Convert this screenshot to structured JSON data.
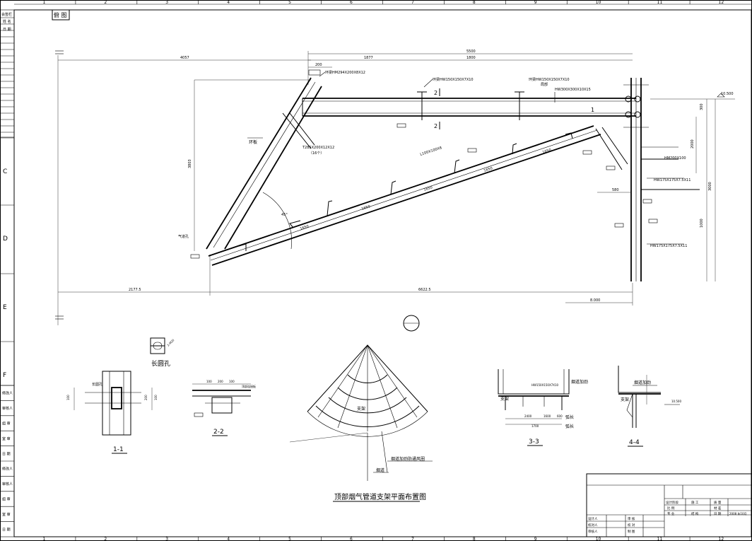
{
  "sheet": {
    "col_numbers": [
      "1",
      "2",
      "3",
      "4",
      "5",
      "6",
      "7",
      "8",
      "9",
      "10",
      "11",
      "12"
    ],
    "row_letters": [
      "C",
      "D",
      "E",
      "F"
    ],
    "top_tag": "俯 图"
  },
  "left_strip": {
    "top_labels": [
      "会签栏",
      "姓 名",
      "日 期"
    ],
    "bottom_labels": [
      "修改人",
      "审核人",
      "组 审",
      "室 审",
      "日 期",
      "修改人",
      "审核人",
      "组 审",
      "室 审",
      "日 期"
    ]
  },
  "main_view": {
    "dims": {
      "total_width": "4057",
      "left_seg": "2177.5",
      "right_seg": "6622.5",
      "top_total": "5500",
      "top_a": "1877",
      "top_b": "1800",
      "height_left": "3803",
      "right_v1": "3000",
      "right_v2": "2000",
      "right_v3": "1000",
      "small_300": "300",
      "small_200": "200",
      "dim_580": "580",
      "elev_right": "10.500",
      "elev_bottom": "8.000"
    },
    "labels": {
      "ring_beam_1": "环梁HM294X200X8X12",
      "ring_beam_2": "环梁HW150X150X7X10",
      "ring_beam_3": "环梁HW150X150X7X10",
      "ring_beam_3b": "局部",
      "main_beam": "HW300X300X10X15",
      "ring_plate": "环板",
      "plate_spec": "T285X200X12X12",
      "plate_count": "（16个）",
      "diag_spec": "L100X100X8",
      "hole_note": "气道孔",
      "sec_1": "1",
      "sec_2": "2",
      "right_note_1": "HM200X100",
      "right_note_2": "HW175X175X7.5X11",
      "right_note_3": "HW175X175X7.5X11"
    },
    "diag_dims": [
      "1650",
      "1650",
      "1650",
      "1650",
      "1650"
    ],
    "angle_label": "45°"
  },
  "small_views": {
    "slot": {
      "label": "长圆孔",
      "spec": "2-M20"
    },
    "sec11": {
      "title": "1-1",
      "labels": [
        "长圆孔",
        "100",
        "200",
        "100"
      ]
    },
    "sec22": {
      "title": "2-2",
      "labels": [
        "100",
        "200",
        "100",
        "顶部连接板"
      ]
    },
    "plan": {
      "title": "顶部烟气管道支架平面布置图",
      "labels": [
        "支架",
        "烟道加劲肋通风圈",
        "烟道"
      ]
    },
    "sec33": {
      "title": "3-3",
      "labels": [
        "烟道加劲",
        "HW150X150X7X10",
        "支架",
        "弧长",
        "弧长",
        "2400",
        "1600",
        "600",
        "1700"
      ]
    },
    "sec44": {
      "title": "4-4",
      "labels": [
        "烟道加劲",
        "支架",
        "10.500"
      ]
    }
  },
  "title_block": {
    "rows": [
      [
        "设计阶段",
        "施 工",
        "质 量",
        ""
      ],
      [
        "比 例",
        "",
        "材 差",
        ""
      ],
      [
        "专 业",
        "结 构",
        "日 期",
        "2008 年10月"
      ]
    ],
    "sign_left": [
      "设计人",
      "校对人",
      "审核人"
    ],
    "sign_right": [
      "审 核",
      "校 对",
      "制 图"
    ]
  }
}
